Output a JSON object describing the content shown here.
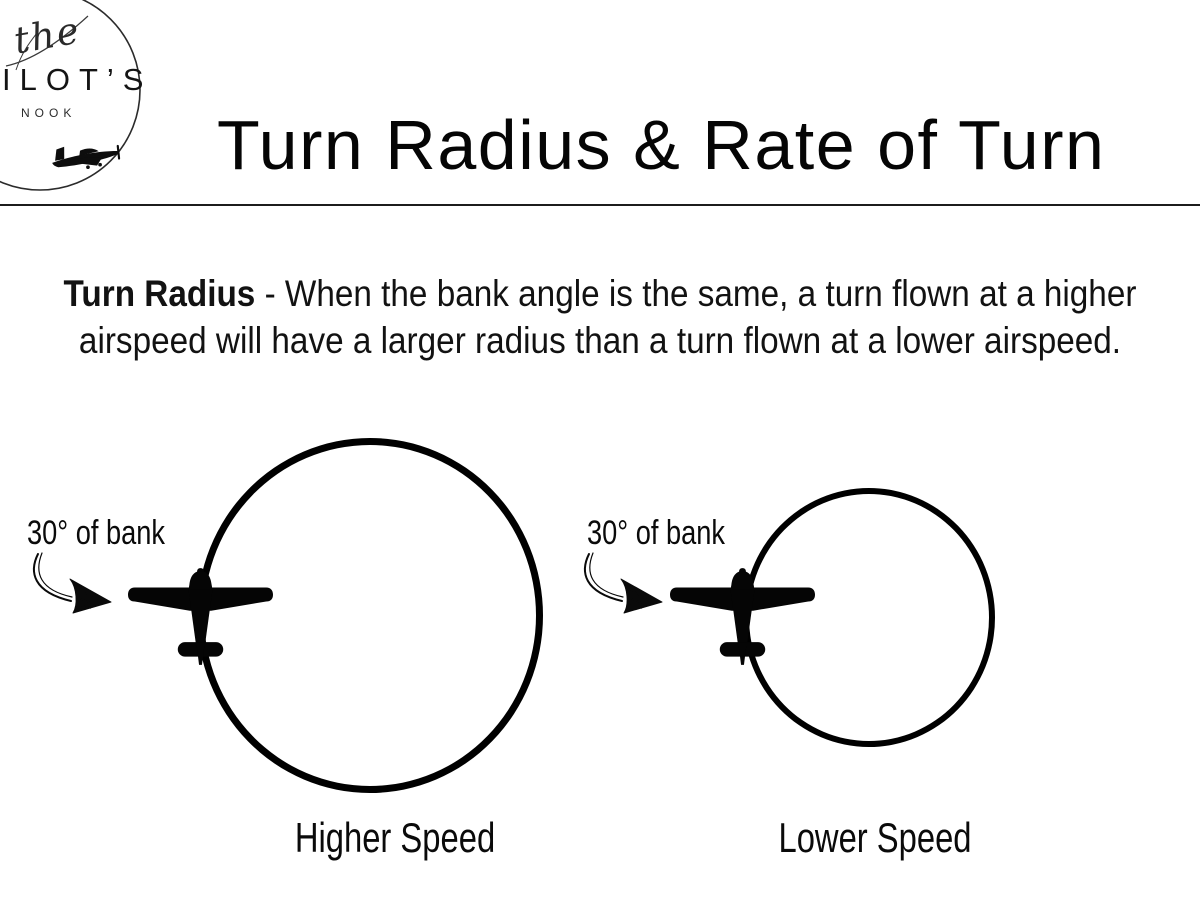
{
  "colors": {
    "ink": "#000000",
    "paper": "#ffffff"
  },
  "logo": {
    "script_word": "the",
    "wordmark": "ILOT’S",
    "subtext": "NOOK",
    "icons": {
      "circle": "logo-circle-icon",
      "flourish": "script-flourish-icon",
      "plane": "airplane-side-icon"
    }
  },
  "header": {
    "title": "Turn Radius & Rate of Turn"
  },
  "description": {
    "term": "Turn Radius",
    "line1_rest": " - When the bank angle is the same, a turn flown at a higher",
    "line2": "airspeed will have a larger radius than a turn flown at a lower airspeed."
  },
  "diagrams": {
    "left": {
      "bank_label": "30° of bank",
      "caption": "Higher Speed",
      "icons": {
        "plane": "airplane-top-icon",
        "arrow": "hand-drawn-arrow-icon",
        "path": "turn-circle-large"
      }
    },
    "right": {
      "bank_label": "30° of bank",
      "caption": "Lower Speed",
      "icons": {
        "plane": "airplane-top-icon",
        "arrow": "hand-drawn-arrow-icon",
        "path": "turn-circle-small"
      }
    }
  }
}
